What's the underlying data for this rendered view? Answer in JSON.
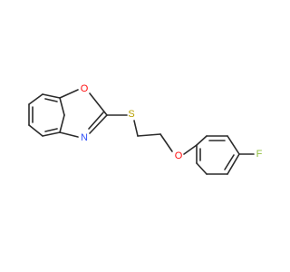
{
  "molecule": {
    "atoms": {
      "oxygen_ring": {
        "text": "O",
        "color": "#ff0d0d"
      },
      "nitrogen": {
        "text": "N",
        "color": "#3050f8"
      },
      "sulfur": {
        "text": "S",
        "color": "#b8a000"
      },
      "oxygen_ether": {
        "text": "O",
        "color": "#ff0d0d"
      },
      "fluorine": {
        "text": "F",
        "color": "#8fbf3f"
      }
    },
    "bond_color": "#2b2b2b"
  }
}
